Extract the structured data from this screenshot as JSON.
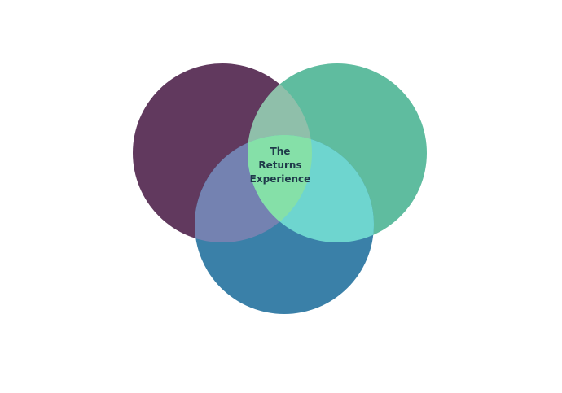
{
  "diagram": {
    "type": "venn-3",
    "center_label_lines": [
      "The",
      "Returns",
      "Experience"
    ],
    "sets": [
      {
        "id": "left",
        "label": "",
        "color": "#61395E"
      },
      {
        "id": "right",
        "label": "",
        "color": "#5FBC9F"
      },
      {
        "id": "bottom",
        "label": "",
        "color": "#3A80A8"
      }
    ],
    "intersections": {
      "left_right": "#8FBFAA",
      "left_bottom": "#7482B1",
      "right_bottom": "#6ED5CF",
      "all": "#85E0A8"
    },
    "text_color": "#1F3A4A"
  }
}
